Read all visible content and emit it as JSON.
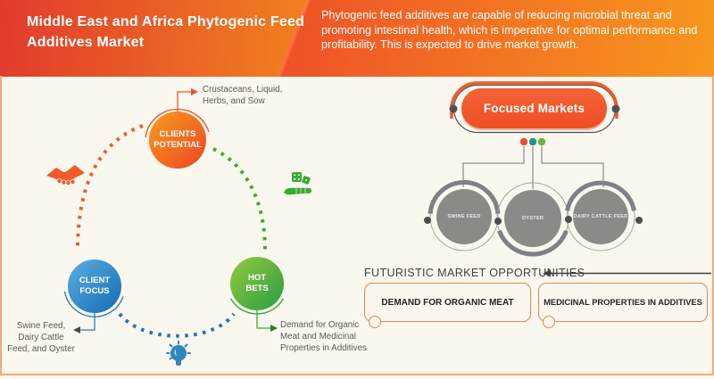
{
  "header": {
    "title": "Middle East and Africa Phytogenic Feed Additives Market",
    "description": "Phytogenic feed additives are capable of reducing microbial threat and promoting intestinal health, which is imperative for optimal performance and profitability. This is expected to drive market growth."
  },
  "cycle": {
    "nodes": [
      {
        "id": "clients-potential",
        "label_lines": [
          "CLIENTS",
          "POTENTIAL"
        ],
        "color": "#f15a29"
      },
      {
        "id": "client-focus",
        "label_lines": [
          "CLIENT",
          "FOCUS"
        ],
        "color": "#1b75bb"
      },
      {
        "id": "hot-bets",
        "label_lines": [
          "HOT",
          "BETS"
        ],
        "color": "#3aaa35"
      }
    ],
    "annotations": {
      "clients_potential": {
        "lines": [
          "Crustaceans, Liquid,",
          "Herbs, and Sow"
        ]
      },
      "client_focus": {
        "lines": [
          "Swine Feed,",
          "Dairy Cattle",
          "Feed, and Oyster"
        ]
      },
      "hot_bets": {
        "lines": [
          "Demand for Organic",
          "Meat and Medicinal",
          "Properties in Additives"
        ]
      }
    },
    "icons": [
      "handshake-icon",
      "hand-dice-icon",
      "lightbulb-icon"
    ]
  },
  "focused_markets": {
    "title": "Focused Markets",
    "items": [
      {
        "label": "SWINE FEED",
        "dot_color": "#e8503a"
      },
      {
        "label": "OYSTER",
        "dot_color": "#18998c"
      },
      {
        "label": "DAIRY CATTLE FEED",
        "dot_color": "#6cb33f"
      }
    ]
  },
  "opportunities": {
    "heading": "FUTURISTIC MARKET OPPORTUNITIES",
    "items": [
      "DEMAND FOR ORGANIC MEAT",
      "MEDICINAL PROPERTIES IN ADDITIVES"
    ]
  },
  "colors": {
    "header_left": "#e23b2d",
    "header_right": "#f7941d",
    "accent_orange": "#f15a29",
    "accent_blue": "#1b75bb",
    "accent_green": "#3aaa35",
    "gray_circle": "#8a8b86",
    "background": "#faf7ee"
  }
}
